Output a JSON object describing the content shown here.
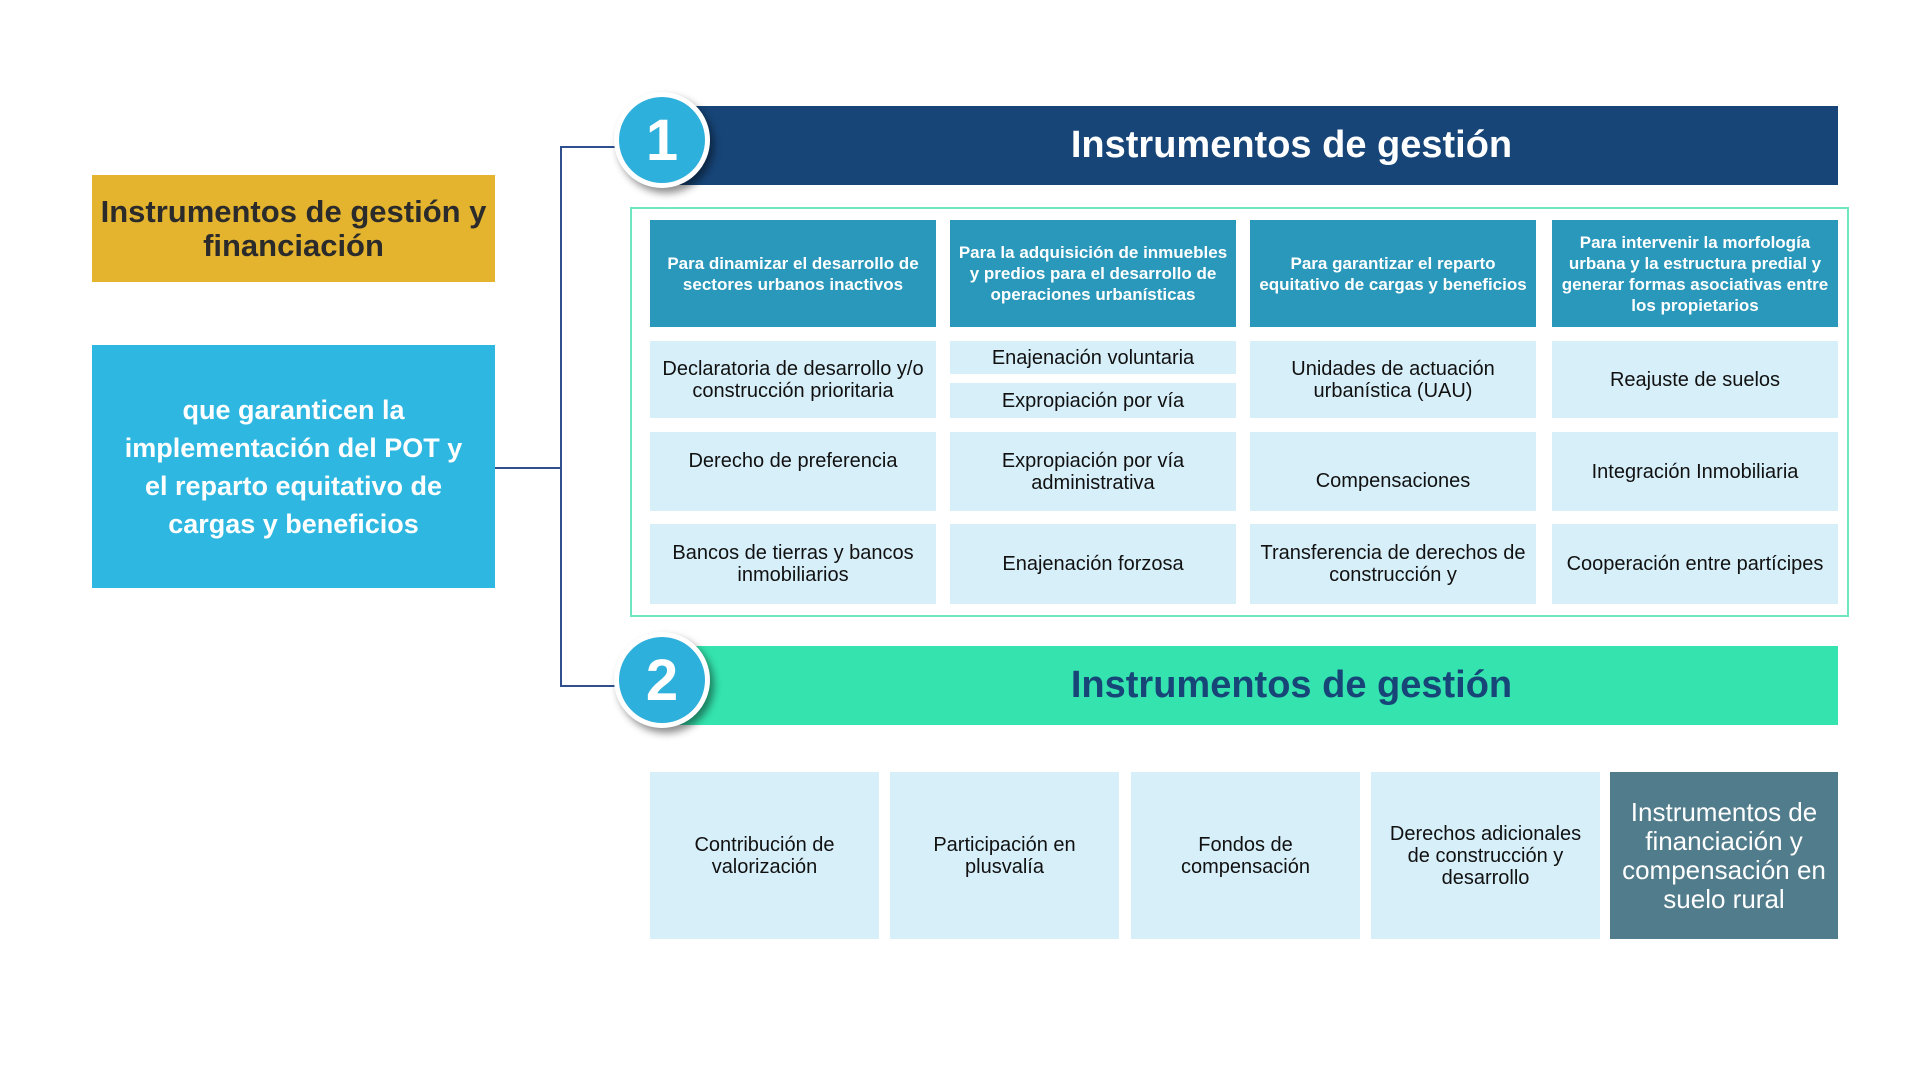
{
  "left": {
    "title": "Instrumentos de gestión y financiación",
    "subtitle": "que garanticen la implementación del POT y el reparto equitativo de cargas y beneficios"
  },
  "section1": {
    "number": "1",
    "title": "Instrumentos de gestión",
    "headers": [
      "Para dinamizar el desarrollo de sectores urbanos inactivos",
      "Para la adquisición de inmuebles y predios para el desarrollo de operaciones urbanísticas",
      "Para garantizar el reparto equitativo de cargas y beneficios",
      "Para intervenir la morfología urbana y la estructura predial y generar formas asociativas entre los propietarios"
    ],
    "col1": [
      "Declaratoria de desarrollo y/o construcción prioritaria",
      "Derecho de preferencia",
      "Bancos de tierras y bancos inmobiliarios"
    ],
    "col2": [
      "Enajenación voluntaria",
      "Expropiación por vía",
      "Expropiación por vía administrativa",
      "Enajenación forzosa"
    ],
    "col3": [
      "Unidades de actuación urbanística (UAU)",
      "Compensaciones",
      "Transferencia de derechos de construcción y"
    ],
    "col4": [
      "Reajuste de suelos",
      "Integración Inmobiliaria",
      "Cooperación entre partícipes"
    ]
  },
  "section2": {
    "number": "2",
    "title": "Instrumentos de gestión",
    "items": [
      "Contribución de valorización",
      "Participación en plusvalía",
      "Fondos de compensación",
      "Derechos adicionales de construcción y desarrollo",
      "Instrumentos de financiación y compensación en suelo rural"
    ]
  },
  "colors": {
    "navy": "#174578",
    "green": "#34e3ad",
    "header": "#2a98ba",
    "cell": "#d7eff9",
    "yellow": "#e4b42f",
    "blue": "#2eb8e1",
    "dark": "#517c8b"
  }
}
